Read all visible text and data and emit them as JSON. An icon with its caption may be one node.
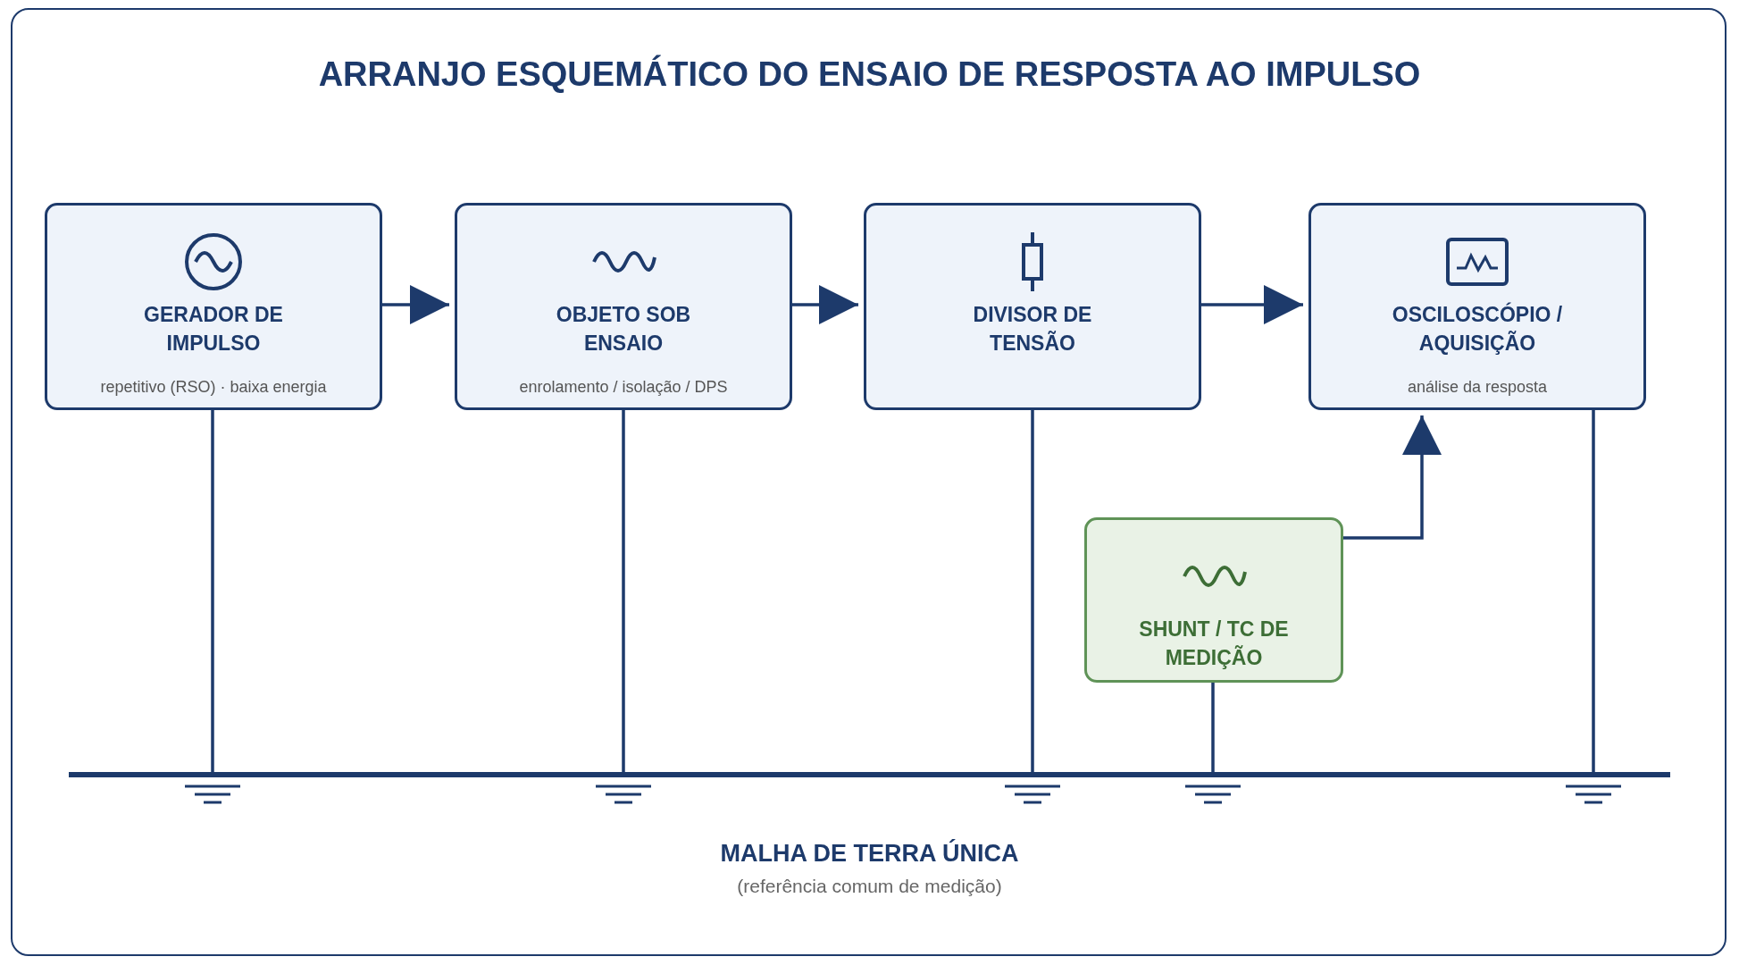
{
  "diagram": {
    "title": "ARRANJO ESQUEMÁTICO DO ENSAIO DE RESPOSTA AO IMPULSO",
    "nodes": [
      {
        "text": [
          "GERADOR DE IMPULSO",
          "repetitivo (RSO) · baixa energia"
        ]
      },
      {
        "text": [
          "OBJETO SOB ENSAIO",
          "enrolamento / isolação / DPS"
        ]
      },
      {
        "text": [
          "DIVISOR DE TENSÃO"
        ]
      },
      {
        "text": [
          "OSCILOSCÓPIO / AQUISIÇÃO",
          "análise da resposta"
        ]
      },
      {
        "text": [
          "SHUNT / TC DE MEDIÇÃO"
        ]
      },
      {
        "text": [],
        "shape": "bar",
        "beside": [
          "MALHA DE TERRA ÚNICA",
          "(referência comum de medição)"
        ]
      }
    ],
    "edges": [
      {
        "from": 0,
        "to": 1,
        "arrow": "to"
      },
      {
        "from": 1,
        "to": 2,
        "arrow": "to"
      },
      {
        "from": 2,
        "to": 3,
        "arrow": "to"
      },
      {
        "from": 4,
        "to": 3,
        "arrow": "to"
      },
      {
        "from": 0,
        "to": 5,
        "arrow": "none"
      },
      {
        "from": 1,
        "to": 5,
        "arrow": "none"
      },
      {
        "from": 2,
        "to": 5,
        "arrow": "none"
      },
      {
        "from": 4,
        "to": 5,
        "arrow": "none"
      },
      {
        "from": 3,
        "to": 5,
        "arrow": "none"
      }
    ]
  }
}
